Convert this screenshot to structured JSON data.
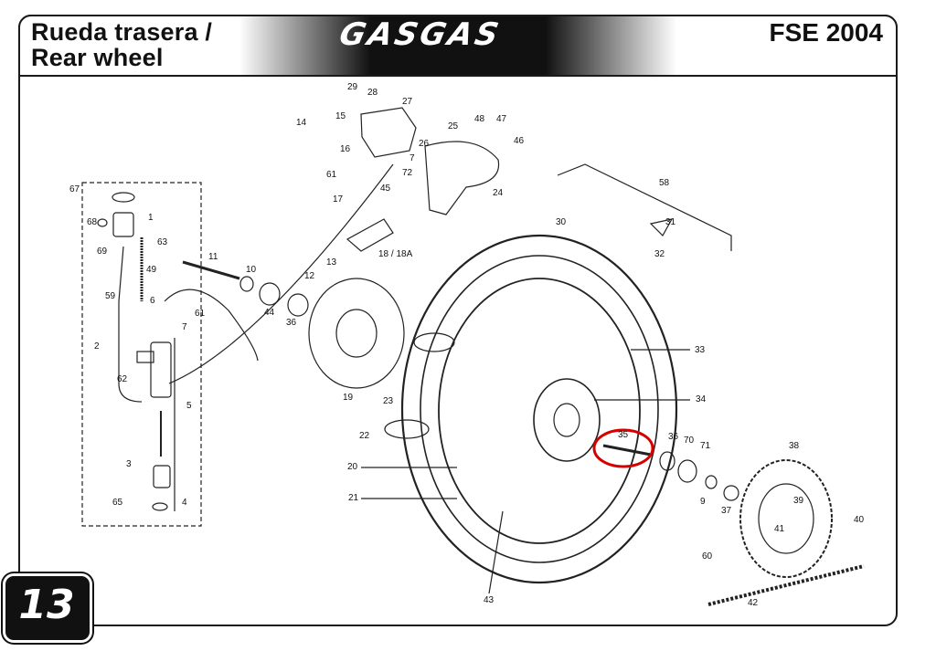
{
  "header": {
    "title_es": "Rueda trasera /",
    "title_en": "Rear wheel",
    "brand": "GASGAS",
    "model": "FSE 2004"
  },
  "page_number": "13",
  "highlight_color": "#d60000",
  "part_labels": [
    {
      "id": "p29",
      "text": "29"
    },
    {
      "id": "p28",
      "text": "28"
    },
    {
      "id": "p27",
      "text": "27"
    },
    {
      "id": "p14",
      "text": "14"
    },
    {
      "id": "p15",
      "text": "15"
    },
    {
      "id": "p16",
      "text": "16"
    },
    {
      "id": "p26",
      "text": "26"
    },
    {
      "id": "p7a",
      "text": "7"
    },
    {
      "id": "p72",
      "text": "72"
    },
    {
      "id": "p61a",
      "text": "61"
    },
    {
      "id": "p25",
      "text": "25"
    },
    {
      "id": "p48",
      "text": "48"
    },
    {
      "id": "p47",
      "text": "47"
    },
    {
      "id": "p46",
      "text": "46"
    },
    {
      "id": "p24",
      "text": "24"
    },
    {
      "id": "p45",
      "text": "45"
    },
    {
      "id": "p17",
      "text": "17"
    },
    {
      "id": "p18",
      "text": "18 / 18A"
    },
    {
      "id": "p13",
      "text": "13"
    },
    {
      "id": "p58",
      "text": "58"
    },
    {
      "id": "p30",
      "text": "30"
    },
    {
      "id": "p31",
      "text": "31"
    },
    {
      "id": "p32",
      "text": "32"
    },
    {
      "id": "p67",
      "text": "67"
    },
    {
      "id": "p68",
      "text": "68"
    },
    {
      "id": "p69",
      "text": "69"
    },
    {
      "id": "p1",
      "text": "1"
    },
    {
      "id": "p63",
      "text": "63"
    },
    {
      "id": "p49",
      "text": "49"
    },
    {
      "id": "p11",
      "text": "11"
    },
    {
      "id": "p10",
      "text": "10"
    },
    {
      "id": "p12",
      "text": "12"
    },
    {
      "id": "p59",
      "text": "59"
    },
    {
      "id": "p6",
      "text": "6"
    },
    {
      "id": "p61b",
      "text": "61"
    },
    {
      "id": "p44",
      "text": "44"
    },
    {
      "id": "p36a",
      "text": "36"
    },
    {
      "id": "p7b",
      "text": "7"
    },
    {
      "id": "p2",
      "text": "2"
    },
    {
      "id": "p62",
      "text": "62"
    },
    {
      "id": "p33",
      "text": "33"
    },
    {
      "id": "p19",
      "text": "19"
    },
    {
      "id": "p23",
      "text": "23"
    },
    {
      "id": "p34",
      "text": "34"
    },
    {
      "id": "p5",
      "text": "5"
    },
    {
      "id": "p22",
      "text": "22"
    },
    {
      "id": "p35",
      "text": "35"
    },
    {
      "id": "p36b",
      "text": "36"
    },
    {
      "id": "p70",
      "text": "70"
    },
    {
      "id": "p71",
      "text": "71"
    },
    {
      "id": "p38",
      "text": "38"
    },
    {
      "id": "p3",
      "text": "3"
    },
    {
      "id": "p20",
      "text": "20"
    },
    {
      "id": "p65",
      "text": "65"
    },
    {
      "id": "p21",
      "text": "21"
    },
    {
      "id": "p4",
      "text": "4"
    },
    {
      "id": "p9",
      "text": "9"
    },
    {
      "id": "p37",
      "text": "37"
    },
    {
      "id": "p39",
      "text": "39"
    },
    {
      "id": "p41",
      "text": "41"
    },
    {
      "id": "p40",
      "text": "40"
    },
    {
      "id": "p60",
      "text": "60"
    },
    {
      "id": "p43",
      "text": "43"
    },
    {
      "id": "p42",
      "text": "42"
    }
  ]
}
